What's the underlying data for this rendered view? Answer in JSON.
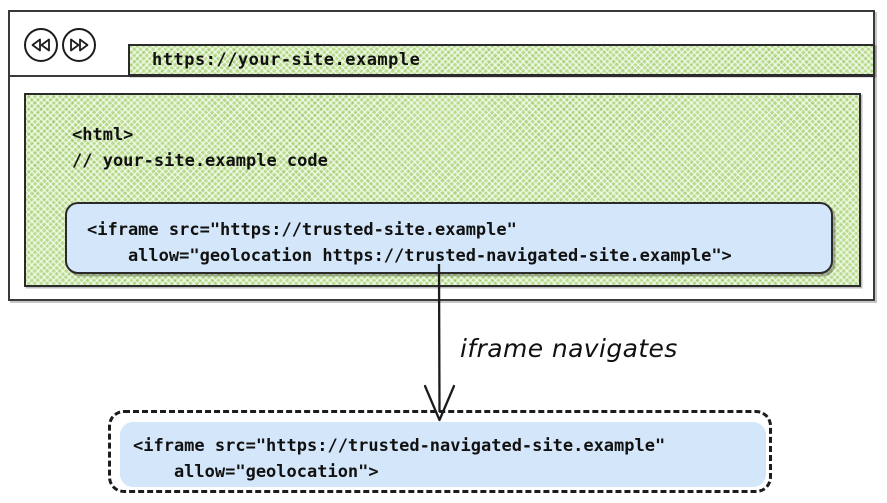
{
  "browser": {
    "back_icon": "rewind-back-icon",
    "forward_icon": "fast-forward-icon",
    "address_bar": {
      "url": "https://your-site.example",
      "placeholder": "https://your-site.example"
    },
    "page": {
      "code": "<html>\n// your-site.example code",
      "embedded_iframe": {
        "code": "<iframe src=\"https://trusted-site.example\"\n    allow=\"geolocation https://trusted-navigated-site.example\">"
      }
    }
  },
  "annotation": {
    "arrow_label": "iframe navigates",
    "arrow_icon": "down-arrow-icon"
  },
  "result": {
    "iframe": {
      "code": "<iframe src=\"https://trusted-navigated-site.example\"\n    allow=\"geolocation\">"
    }
  },
  "colors": {
    "page_green": "#b9dd8d",
    "iframe_blue": "#d4e6f9",
    "stroke": "#1c1c1c",
    "background": "#ffffff"
  }
}
